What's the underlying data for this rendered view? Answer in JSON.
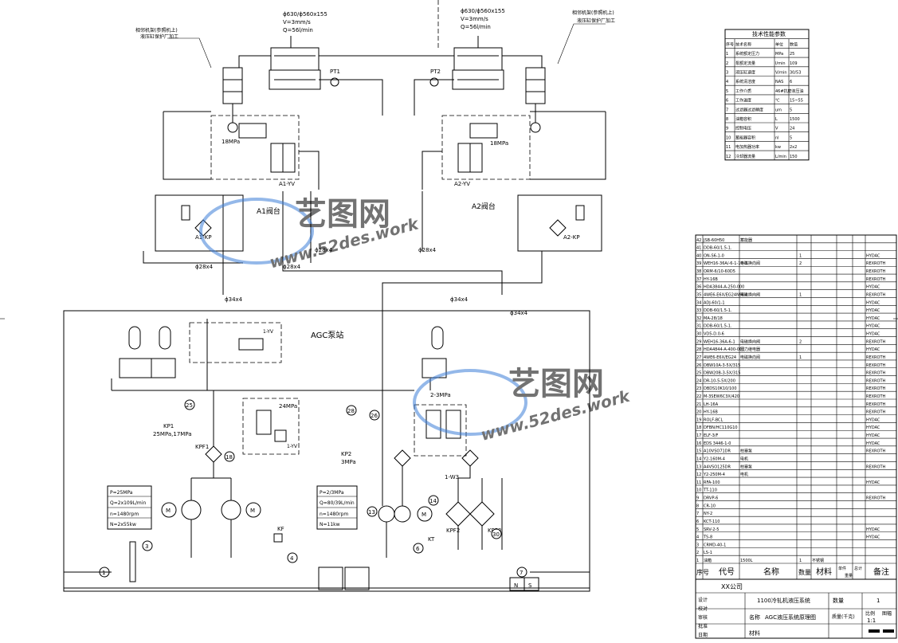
{
  "labels": {
    "cyl_left_spec": "ϕ630/ϕ560x155",
    "cyl_left_v": "V=3mm/s",
    "cyl_left_q": "Q=56l/min",
    "cyl_right_spec": "ϕ630/ϕ560x155",
    "cyl_right_v": "V=3mm/s",
    "cyl_right_q": "Q=56l/min",
    "pt1": "PT1",
    "pt2": "PT2",
    "yv_left": "A1-YV",
    "yv_right": "A2-YV",
    "table_a1": "A1阀台",
    "table_a2": "A2阀台",
    "kp_a1": "A1-KP",
    "kp_a2": "A2-KP",
    "p18_left": "18MPa",
    "p18_right": "18MPa",
    "pipe_28_left": "ϕ28x4",
    "pipe_28_mid": "ϕ28x4",
    "pipe_28_mid2": "ϕ28x4",
    "pipe_28_right": "ϕ28x4",
    "pipe_34_a": "ϕ34x4",
    "pipe_34_b": "ϕ34x4",
    "pipe_34_c": "ϕ34x4",
    "agc_station": "AGC泵站",
    "kp1": "KP1",
    "kp1_p": "25MPa,17MPa",
    "kp2": "KP2",
    "kp2_p": "3MPa",
    "kpf1": "KPF1",
    "kpf2": "KPF2",
    "kpf3": "KPF3",
    "p24": "24MPa",
    "p2_3": "2-3MPa",
    "yv_1": "1-YV",
    "yv_1b": "1-YV",
    "yv_3": "1-W3",
    "kf": "KF",
    "kt": "KT",
    "ns_n": "N",
    "ns_s": "S",
    "pump1_p": "P=25MPa",
    "pump1_q": "Q=2x109L/min",
    "pump1_n": "n=1480rpm",
    "pump1_w": "N=2x55kw",
    "pump2_p": "P=2/3MPa",
    "pump2_q": "Q=80/39L/min",
    "pump2_n": "n=1480rpm",
    "pump2_w": "N=11kw"
  },
  "tech_table": {
    "title": "技术性能参数",
    "headers": [
      "序号",
      "技术名称",
      "单位",
      "数值"
    ],
    "rows": [
      [
        "1",
        "系统额定压力",
        "MPa",
        "25"
      ],
      [
        "2",
        "泵额定流量",
        "l/min",
        "109"
      ],
      [
        "3",
        "液压缸速度",
        "V/min",
        "30/53"
      ],
      [
        "4",
        "系统清洁度",
        "NAS",
        "6"
      ],
      [
        "5",
        "工作介质",
        "46#抗磨液压油",
        ""
      ],
      [
        "6",
        "工作温度",
        "℃",
        "15~55"
      ],
      [
        "7",
        "过滤器过滤精度",
        "um",
        "5"
      ],
      [
        "8",
        "油箱容积",
        "L",
        "1500"
      ],
      [
        "9",
        "控制电压",
        "V",
        "24"
      ],
      [
        "10",
        "蓄能器容积",
        "nl",
        "5"
      ],
      [
        "11",
        "电加热器功率",
        "kw",
        "2x2"
      ],
      [
        "12",
        "冷却器流量",
        "L/min",
        "150"
      ]
    ]
  },
  "bom": {
    "rows": [
      [
        "42",
        "JSB-60H50",
        "蓄能器",
        "",
        "",
        ""
      ],
      [
        "41",
        "DDB-60/1.5-1.",
        "",
        "",
        "",
        ""
      ],
      [
        "40",
        "ON-S6-1-0",
        "",
        "1",
        "",
        "HYDAC"
      ],
      [
        "39",
        "WEH16-36A/-6-1-10-3.",
        "电磁换向阀",
        "2",
        "",
        "REXROTH"
      ],
      [
        "38",
        "ORM-6/10-60D5",
        "",
        "",
        "",
        "REXROTH"
      ],
      [
        "37",
        "HY-16B",
        "",
        "",
        "",
        "REXROTH"
      ],
      [
        "36",
        "HDA3844-A-250-000",
        "",
        "",
        "",
        "HYDAC"
      ],
      [
        "35",
        "4WE6-E6X/EG24N9K4",
        "电磁换向阀",
        "1",
        "",
        "REXROTH"
      ],
      [
        "34",
        "ADJ-60/1-1",
        "",
        "",
        "",
        "HYDAC"
      ],
      [
        "33",
        "DDB-60/1.5-1.",
        "",
        "",
        "",
        "HYDAC"
      ],
      [
        "32",
        "MA-28/18",
        "",
        "",
        "",
        "HYDAC"
      ],
      [
        "31",
        "DDB-60/1.5-1.",
        "",
        "",
        "",
        "HYDAC"
      ],
      [
        "30",
        "VD5-D.0-6",
        "",
        "",
        "",
        "HYDAC"
      ],
      [
        "29",
        "WEH16-36A-6-1",
        "电磁换向阀",
        "2",
        "",
        "REXROTH"
      ],
      [
        "28",
        "HDA4844-A-400-000",
        "压力继电器",
        "",
        "",
        "HYDAC"
      ],
      [
        "27",
        "4WE6-E6X/EG24",
        "电磁换向阀",
        "1",
        "",
        "REXROTH"
      ],
      [
        "26",
        "DBW10A-3-5X/315",
        "",
        "",
        "",
        "REXROTH"
      ],
      [
        "25",
        "DBW20B-3-5X/315",
        "",
        "",
        "",
        "REXROTH"
      ],
      [
        "24",
        "DR-10-5-5X/200",
        "",
        "",
        "",
        "REXROTH"
      ],
      [
        "23",
        "DBDS10K10/100",
        "",
        "",
        "",
        "REXROTH"
      ],
      [
        "22",
        "M-3SEW6C3X/420",
        "",
        "",
        "",
        "REXROTH"
      ],
      [
        "21",
        "LH-16A",
        "",
        "",
        "",
        "REXROTH"
      ],
      [
        "20",
        "HY-16B",
        "",
        "",
        "",
        "REXROTH"
      ],
      [
        "19",
        "ROLF-BCL",
        "",
        "",
        "",
        "HYDAC"
      ],
      [
        "18",
        "DFBN/HC110G10",
        "",
        "",
        "",
        "HYDAC"
      ],
      [
        "17",
        "ELF-3/F",
        "",
        "",
        "",
        "HYDAC"
      ],
      [
        "16",
        "EDS 3446-1-0",
        "",
        "",
        "",
        "HYDAC"
      ],
      [
        "15",
        "A10VSO71DR",
        "柱塞泵",
        "",
        "",
        "REXROTH"
      ],
      [
        "14",
        "Y2-160M-4",
        "电机",
        "",
        "",
        ""
      ],
      [
        "13",
        "A4VSO125DR",
        "柱塞泵",
        "",
        "",
        "REXROTH"
      ],
      [
        "12",
        "Y2-250M-4",
        "电机",
        "",
        "",
        ""
      ],
      [
        "11",
        "RFA-100",
        "",
        "",
        "",
        "HYDAC"
      ],
      [
        "10",
        "TT-110",
        "",
        "",
        "",
        ""
      ],
      [
        "9",
        "DRVP-6",
        "",
        "",
        "",
        "REXROTH"
      ],
      [
        "8",
        "CR-10",
        "",
        "",
        "",
        ""
      ],
      [
        "7",
        "NY-2",
        "",
        "",
        "",
        ""
      ],
      [
        "6",
        "KCT-110",
        "",
        "",
        "",
        ""
      ],
      [
        "5",
        "SRV-2-5",
        "",
        "",
        "",
        "HYDAC"
      ],
      [
        "4",
        "TS-8",
        "",
        "",
        "",
        "HYDAC"
      ],
      [
        "3",
        "CRMD-40-1",
        "",
        "",
        "",
        ""
      ],
      [
        "2",
        "LS-1",
        "",
        "",
        "",
        ""
      ],
      [
        "1",
        "油箱",
        "1500L",
        "1",
        "不锈钢",
        ""
      ]
    ],
    "head_seq": "序号",
    "head_code": "代号",
    "head_name": "名称",
    "head_qty": "数量",
    "head_mat": "材料",
    "head_w1": "单件",
    "head_w2": "总计",
    "head_weight": "重量",
    "head_note": "备注"
  },
  "title_block": {
    "company": "XX公司",
    "project": "1100冷轧机液压系统",
    "drawing": "AGC液压系统原理图",
    "qty_label": "数量",
    "qty_value": "1",
    "weight_label": "质量(千克)",
    "scale_label": "比例",
    "scale_value": "1:1",
    "sheet_label": "图幅",
    "name_label": "名称",
    "material_label": "材料",
    "row_labels": [
      "设计",
      "校对",
      "审核",
      "批准",
      "日期"
    ]
  },
  "watermark": {
    "brand": "艺图网",
    "url": "www.52des.work"
  },
  "colors": {
    "line": "#000000",
    "watermark": "#3d7fd8"
  }
}
